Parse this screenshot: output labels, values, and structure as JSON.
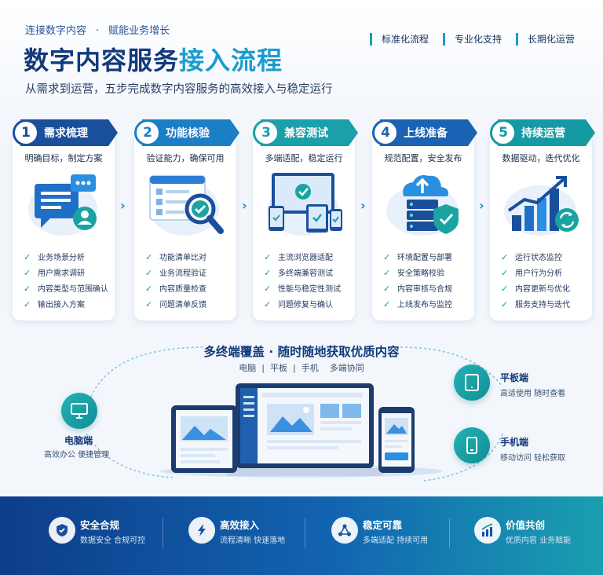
{
  "header": {
    "tagline_left": "连接数字内容",
    "tagline_dot": "·",
    "tagline_right": "赋能业务增长",
    "title_main": "数字内容服务",
    "title_highlight": "接入流程",
    "subtitle": "从需求到运营，五步完成数字内容服务的高效接入与稳定运行",
    "pills": [
      "标准化流程",
      "专业化支持",
      "长期化运营"
    ]
  },
  "steps": [
    {
      "num": "1",
      "name": "需求梳理",
      "goal": "明确目标，制定方案",
      "icon": "requirements-chat-icon",
      "items": [
        "业务场景分析",
        "用户需求调研",
        "内容类型与范围确认",
        "输出接入方案"
      ]
    },
    {
      "num": "2",
      "name": "功能核验",
      "goal": "验证能力，确保可用",
      "icon": "verify-magnifier-icon",
      "items": [
        "功能清单比对",
        "业务流程验证",
        "内容质量检查",
        "问题清单反馈"
      ]
    },
    {
      "num": "3",
      "name": "兼容测试",
      "goal": "多端适配，稳定运行",
      "icon": "multi-device-icon",
      "items": [
        "主流浏览器适配",
        "多终端兼容测试",
        "性能与稳定性测试",
        "问题修复与确认"
      ]
    },
    {
      "num": "4",
      "name": "上线准备",
      "goal": "规范配置，安全发布",
      "icon": "cloud-server-shield-icon",
      "items": [
        "环境配置与部署",
        "安全策略校验",
        "内容审核与合规",
        "上线发布与监控"
      ]
    },
    {
      "num": "5",
      "name": "持续运营",
      "goal": "数据驱动，迭代优化",
      "icon": "growth-chart-icon",
      "items": [
        "运行状态监控",
        "用户行为分析",
        "内容更新与优化",
        "服务支持与迭代"
      ]
    }
  ],
  "coverage": {
    "title": "多终端覆盖 · 随时随地获取优质内容",
    "sub": [
      "电脑",
      "平板",
      "手机",
      "多端协同"
    ],
    "pc": {
      "label": "电脑端",
      "desc": "高效办公  便捷管理"
    },
    "tablet": {
      "label": "平板端",
      "desc": "高适使用  随时查看"
    },
    "phone": {
      "label": "手机端",
      "desc": "移动访问  轻松获取"
    }
  },
  "features": [
    {
      "title": "安全合规",
      "desc": "数据安全  合规可控",
      "icon": "shield-icon"
    },
    {
      "title": "高效接入",
      "desc": "流程清晰  快速落地",
      "icon": "lightning-icon"
    },
    {
      "title": "稳定可靠",
      "desc": "多端适配  持续可用",
      "icon": "network-icon"
    },
    {
      "title": "价值共创",
      "desc": "优质内容  业务赋能",
      "icon": "growth-icon"
    }
  ],
  "colors": {
    "navy": "#123a7a",
    "accent_blue": "#1d9bd1",
    "teal": "#1ca3a4",
    "step_head": [
      "#1a4f9c",
      "#1b7fc7",
      "#1aa0a8",
      "#1a62b3",
      "#159aa3"
    ]
  }
}
